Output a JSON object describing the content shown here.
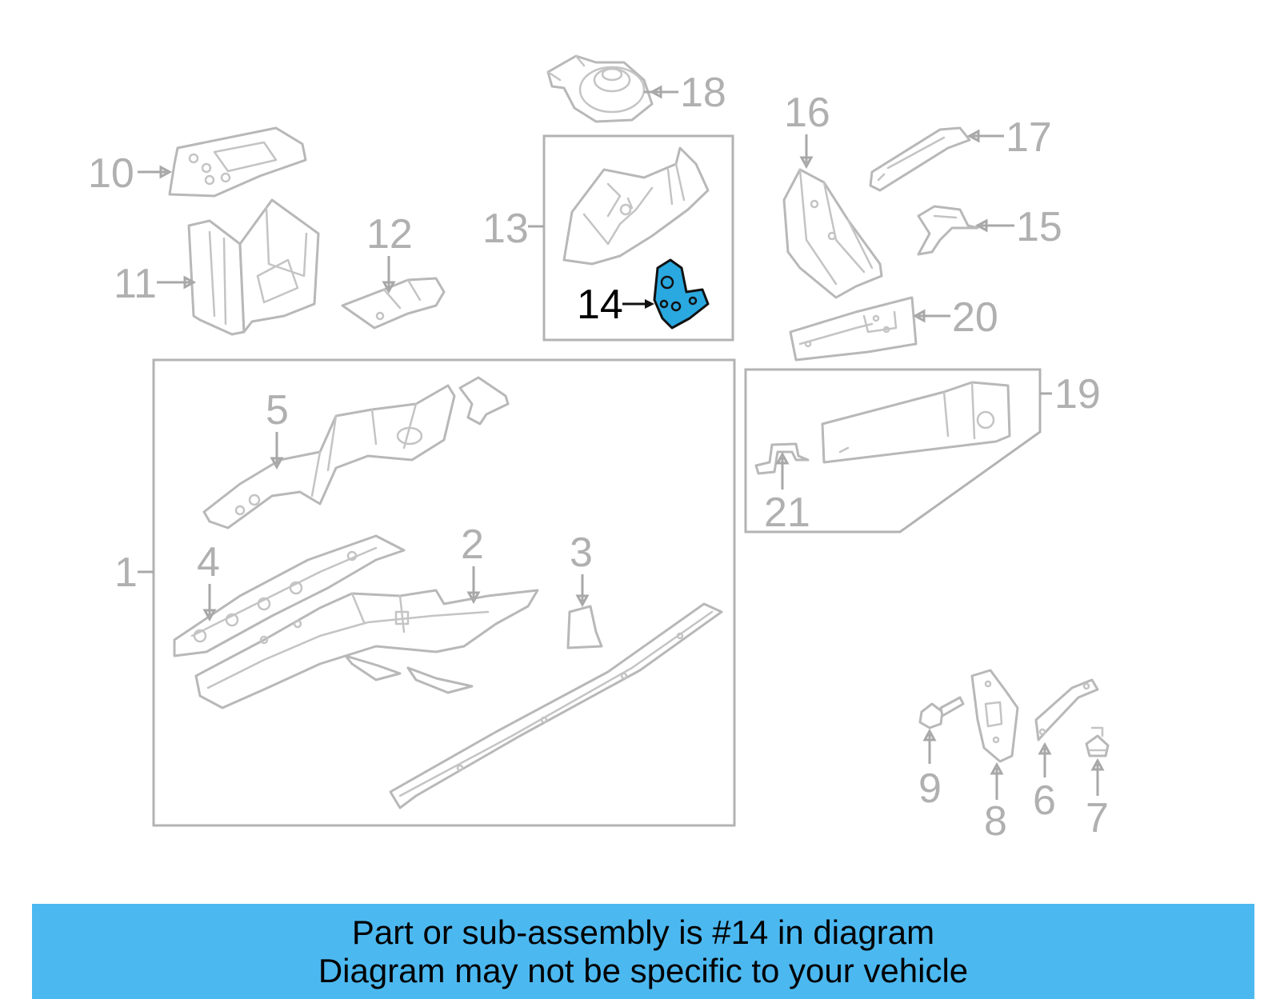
{
  "diagram": {
    "callouts": {
      "c1": "1",
      "c2": "2",
      "c3": "3",
      "c4": "4",
      "c5": "5",
      "c6": "6",
      "c7": "7",
      "c8": "8",
      "c9": "9",
      "c10": "10",
      "c11": "11",
      "c12": "12",
      "c13": "13",
      "c14": "14",
      "c15": "15",
      "c16": "16",
      "c17": "17",
      "c18": "18",
      "c19": "19",
      "c20": "20",
      "c21": "21"
    },
    "highlighted_part": "14",
    "colors": {
      "highlight_fill": "#2aa8e0",
      "line_gray": "#b8b8b8",
      "banner_background": "#4cb8f0"
    }
  },
  "banner": {
    "line1": "Part or sub-assembly is #14 in diagram",
    "line2": "Diagram may not be specific to your vehicle"
  }
}
